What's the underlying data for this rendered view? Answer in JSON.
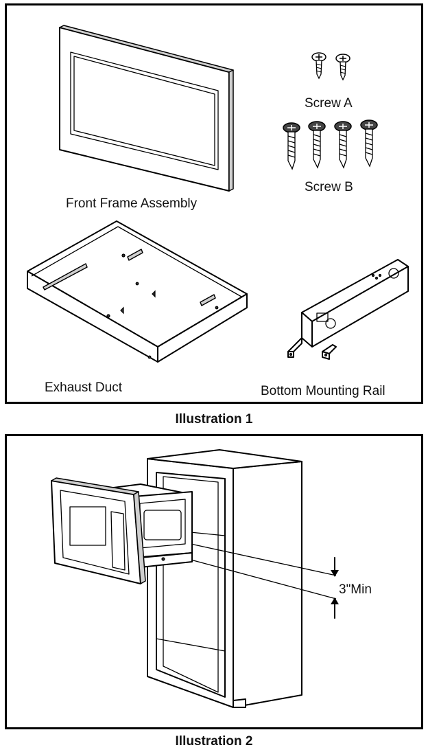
{
  "illustration1": {
    "caption": "Illustration 1",
    "parts": {
      "front_frame": "Front Frame Assembly",
      "screw_a": "Screw A",
      "screw_b": "Screw B",
      "exhaust_duct": "Exhaust Duct",
      "bottom_rail": "Bottom Mounting Rail"
    }
  },
  "illustration2": {
    "caption": "Illustration 2",
    "clearance_label": "3\"Min"
  }
}
